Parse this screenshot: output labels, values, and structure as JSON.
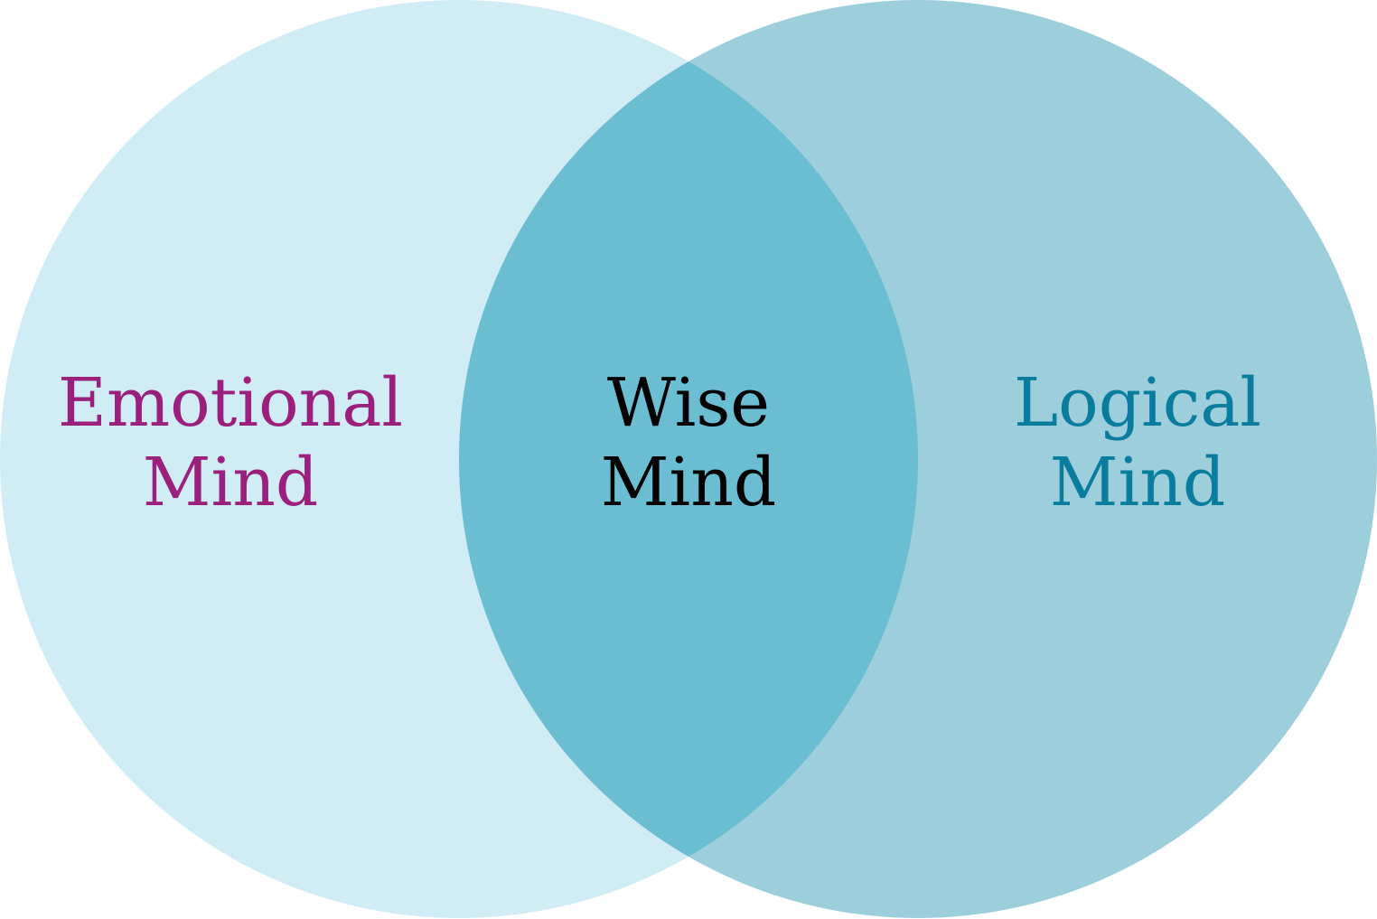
{
  "diagram": {
    "type": "venn",
    "circles": [
      {
        "id": "emotional",
        "label_lines": [
          "Emotional",
          "Mind"
        ],
        "fill": "#d0ecf5",
        "text_color": "#9b1f7c"
      },
      {
        "id": "logical",
        "label_lines": [
          "Logical",
          "Mind"
        ],
        "fill": "#9ccedc",
        "text_color": "#0a7d9e"
      }
    ],
    "intersection": {
      "id": "wise",
      "label_lines": [
        "Wise",
        "Mind"
      ],
      "fill": "#6bbdd2",
      "text_color": "#000000"
    }
  }
}
